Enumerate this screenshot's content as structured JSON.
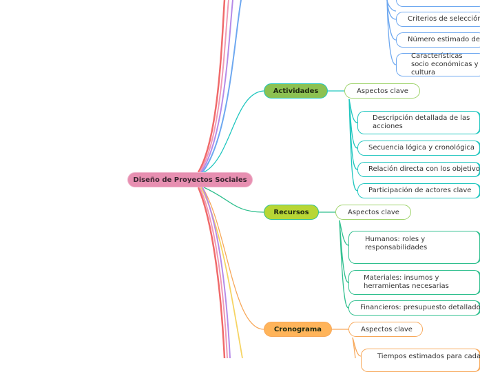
{
  "root": {
    "label": "Diseño de Proyectos Sociales"
  },
  "colors": {
    "root": "#e78fb1",
    "actividades": "#8cc152",
    "recursos": "#b8d635",
    "cronograma": "#ffb45a",
    "teal": "#20c6bf",
    "green": "#2fbf8e",
    "orange": "#f7a85a"
  },
  "topics": {
    "beneficiarios_leaves": [
      "Criterios de selección",
      "Número estimado de",
      "Características socio económicas y cultura"
    ],
    "actividades": {
      "label": "Actividades",
      "sub_label": "Aspectos clave",
      "leaves": [
        "Descripción detallada de las acciones",
        "Secuencia lógica y cronológica",
        "Relación directa con los objetivos",
        "Participación de actores clave"
      ]
    },
    "recursos": {
      "label": "Recursos",
      "sub_label": "Aspectos clave",
      "leaves": [
        "Humanos: roles y responsabilidades",
        "Materiales: insumos y herramientas necesarias",
        "Financieros: presupuesto detallado"
      ]
    },
    "cronograma": {
      "label": "Cronograma",
      "sub_label": "Aspectos clave",
      "leaves": [
        "Tiempos estimados para cada"
      ]
    }
  }
}
